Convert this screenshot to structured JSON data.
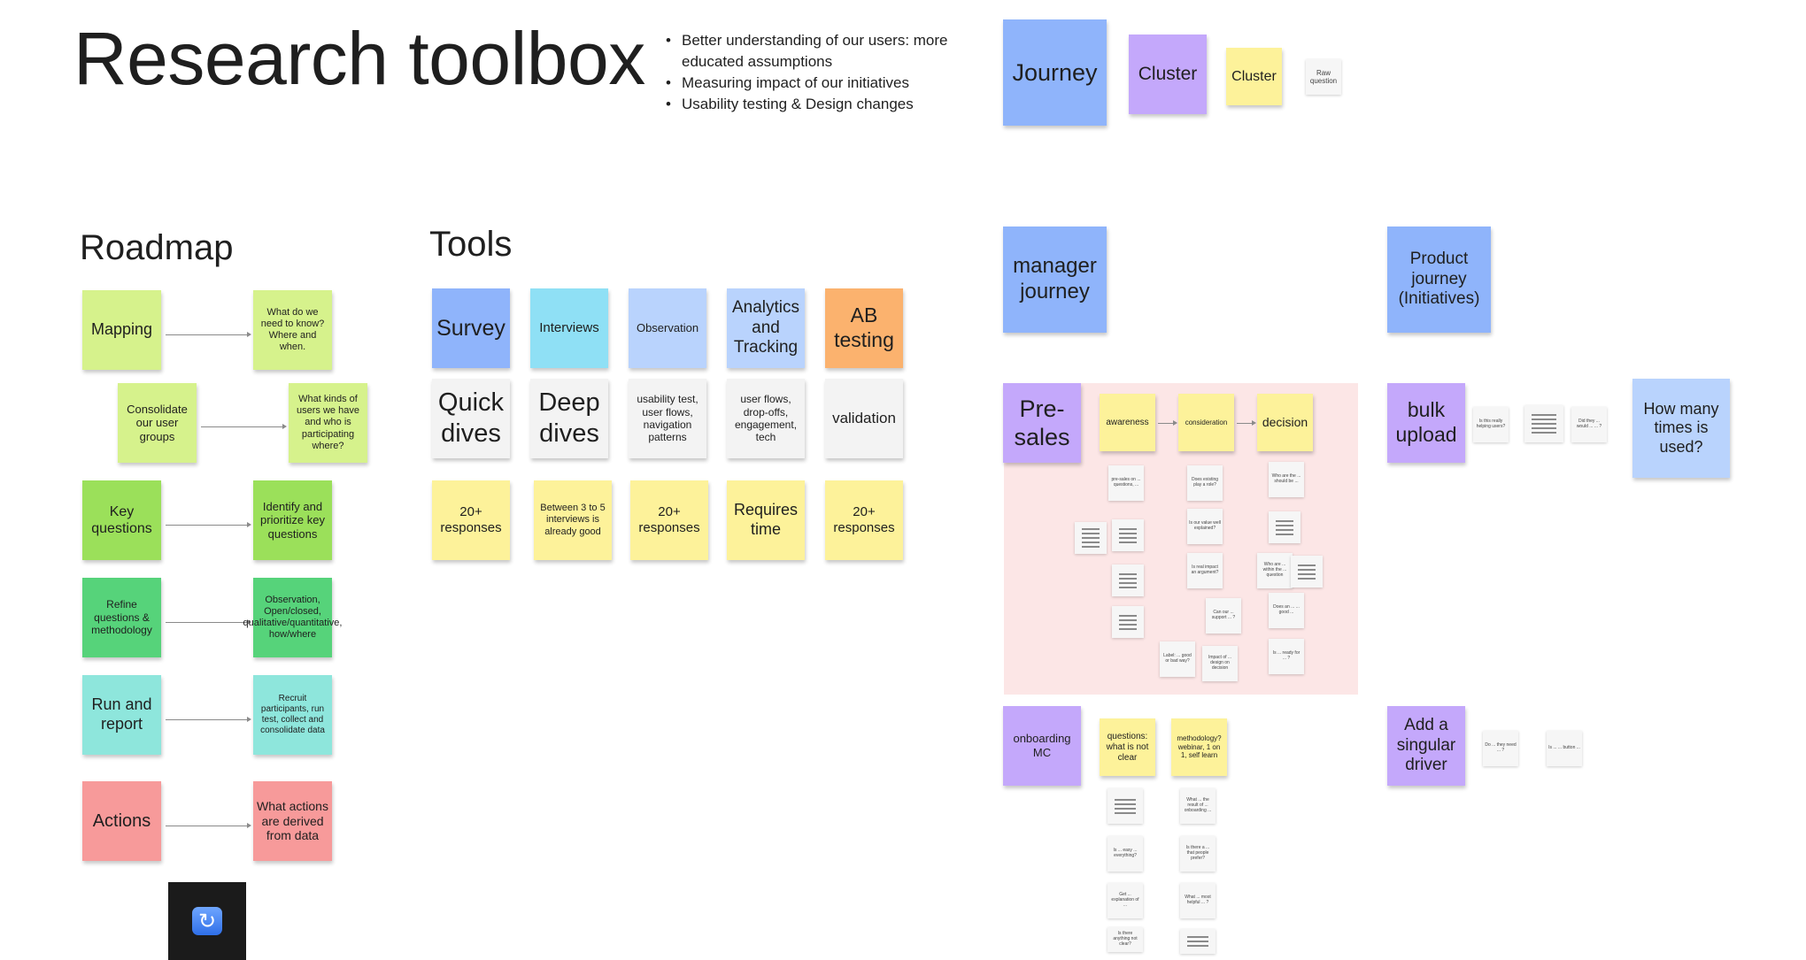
{
  "colors": {
    "green_light": "#d6f28c",
    "green": "#9be05a",
    "green_dark": "#56d37a",
    "teal": "#8ee6dc",
    "red": "#f79a9a",
    "blue_dark": "#8fb4fb",
    "blue_light": "#b9d3fd",
    "blue_cyan": "#8fe0f5",
    "orange": "#fbb26e",
    "yellow": "#fdf29a",
    "gray": "#f3f3f3",
    "purple": "#c4a8fb",
    "pink_frame": "#fce6e6"
  },
  "title": "Research toolbox",
  "bullets": [
    "Better understanding of our users: more educated assumptions",
    "Measuring impact of our initiatives",
    "Usability testing & Design changes"
  ],
  "legend": {
    "journey": "Journey",
    "cluster_purple": "Cluster",
    "cluster_yellow": "Cluster",
    "raw_question": "Raw question"
  },
  "roadmap": {
    "title": "Roadmap",
    "rows": [
      {
        "left": "Mapping",
        "right": "What do we need to know? Where and when."
      },
      {
        "left": "Consolidate our user groups",
        "right": "What kinds of users we have and who is participating where?"
      },
      {
        "left": "Key questions",
        "right": "Identify and prioritize key questions"
      },
      {
        "left": "Refine questions & methodology",
        "right": "Observation, Open/closed, qualitative/quantitative, how/where"
      },
      {
        "left": "Run and report",
        "right": "Recruit participants, run test, collect and consolidate data"
      },
      {
        "left": "Actions",
        "right": "What actions are derived from data"
      }
    ],
    "app_icon": "refresh-icon"
  },
  "tools": {
    "title": "Tools",
    "columns": [
      {
        "head": "Survey",
        "desc": "Quick dives",
        "note": "20+ responses"
      },
      {
        "head": "Interviews",
        "desc": "Deep dives",
        "note": "Between 3 to 5 interviews is already good"
      },
      {
        "head": "Observation",
        "desc": "usability test, user flows, navigation patterns",
        "note": "20+ responses"
      },
      {
        "head": "Analytics and Tracking",
        "desc": "user flows, drop-offs, engagement, tech",
        "note": "Requires time"
      },
      {
        "head": "AB testing",
        "desc": "validation",
        "note": "20+ responses"
      }
    ]
  },
  "journeys": {
    "manager": "manager journey",
    "product": "Product journey (Initiatives)"
  },
  "presales": {
    "label": "Pre-sales",
    "stages": [
      "awareness",
      "consideration",
      "decision"
    ],
    "questions": [
      "pre-sales on ... questions, ... ",
      "Does existing play a role?",
      "Who are the ... should be ...",
      "Is our value well explained?",
      "Is real impact an argument?",
      "Who are ... within the ... question",
      "Does an ... ... good ... ",
      "Can our ... support ... ?",
      "Label: ... good or bad way?",
      "Impact of ... design on decision",
      "Is ... ready for ... ?"
    ]
  },
  "onboarding": {
    "label": "onboarding MC",
    "cluster1": "questions: what is not clear",
    "cluster2": "methodology? webinar, 1 on 1, self learn",
    "questions1": [
      "Is ... easy ... everything?",
      "Get ... explanation of ...",
      "Is there anything not clear?"
    ],
    "questions2": [
      "What ... the result of ... onboarding ...",
      "Is there a ... that people prefer?",
      "What ... most helpful ... ?"
    ]
  },
  "bulk": {
    "label": "bulk upload",
    "q1": "Is this really helping users?",
    "q2": "Did they ... would ... ... ?",
    "howmany": "How many times is used?"
  },
  "driver": {
    "label": "Add a singular driver",
    "q1": "Do ... they need ... ?",
    "q2": "Is ... ... button ..."
  }
}
